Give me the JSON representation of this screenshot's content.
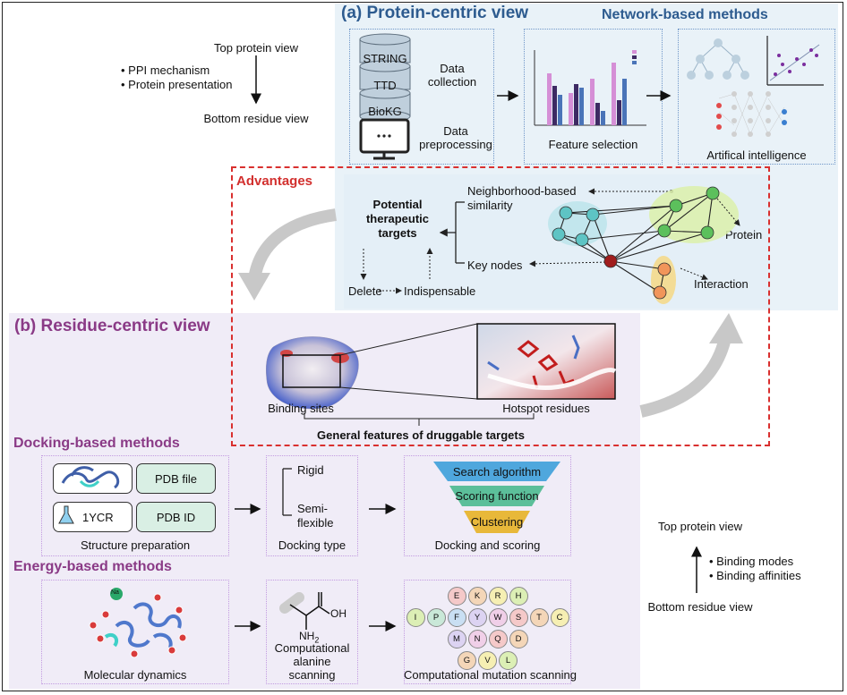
{
  "panel_a": {
    "title": "(a) Protein-centric view",
    "network_title": "Network-based methods",
    "databases": [
      "STRING",
      "TTD",
      "BioKG"
    ],
    "data_collection": [
      "Data",
      "collection"
    ],
    "data_preprocessing": [
      "Data",
      "preprocessing"
    ],
    "feature_selection": "Feature selection",
    "ai": "Artifical intelligence"
  },
  "left_note": {
    "top": "Top protein view",
    "bullets": [
      "• PPI mechanism",
      "• Protein presentation"
    ],
    "bottom": "Bottom residue view"
  },
  "advantages": {
    "title": "Advantages",
    "targets": [
      "Potential",
      "therapeutic",
      "targets"
    ],
    "neighborhood": [
      "Neighborhood-based",
      "similarity"
    ],
    "key_nodes": "Key nodes",
    "delete": "Delete",
    "indispensable": "Indispensable",
    "protein": "Protein",
    "interaction": "Interaction"
  },
  "panel_b": {
    "title": "(b) Residue-centric view",
    "binding_sites": "Binding sites",
    "hotspot": "Hotspot residues",
    "general": "General features of druggable targets"
  },
  "docking": {
    "title": "Docking-based methods",
    "pdb_file": "PDB file",
    "pdb_code": "1YCR",
    "pdb_id": "PDB ID",
    "structure_prep": "Structure preparation",
    "rigid": "Rigid",
    "semi": [
      "Semi-",
      "flexible"
    ],
    "docking_type": "Docking type",
    "funnel": [
      "Search algorithm",
      "Scoring function",
      "Clustering"
    ],
    "docking_scoring": "Docking and scoring"
  },
  "energy": {
    "title": "Energy-based methods",
    "molecular_dynamics": "Molecular dynamics",
    "na_label": "Na",
    "oh_label": "OH",
    "nh2_label": "NH",
    "nh2_sub": "2",
    "alanine": [
      "Computational",
      "alanine",
      "scanning"
    ],
    "mutation": "Computational mutation scanning",
    "residue_rows": [
      [
        "E",
        "K",
        "R",
        "H"
      ],
      [
        "I",
        "P",
        "F",
        "Y",
        "W",
        "S",
        "T",
        "C"
      ],
      [
        "M",
        "N",
        "Q",
        "D"
      ],
      [
        "G",
        "V",
        "L"
      ]
    ]
  },
  "right_note": {
    "top": "Top protein view",
    "bullets": [
      "• Binding modes",
      "• Binding affinities"
    ],
    "bottom": "Bottom residue view"
  },
  "colors": {
    "blue_title": "#2d5b8f",
    "purple_title": "#8a3a86",
    "red": "#d2302e",
    "funnel": [
      "#4fa7dd",
      "#5cbf9a",
      "#e8b83a"
    ]
  }
}
